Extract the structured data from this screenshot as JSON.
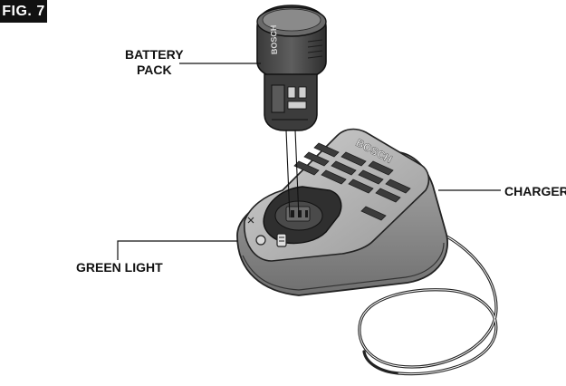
{
  "figure_label": "FIG. 7",
  "callouts": {
    "battery_pack": [
      "BATTERY",
      "PACK"
    ],
    "charger": "CHARGER",
    "green_light": "GREEN LIGHT"
  },
  "brand_marks": [
    "BOSCH",
    "BOSCH"
  ],
  "colors": {
    "ink": "#111111",
    "body_gray": "#8a8a8a",
    "dark_gray": "#4a4a4a",
    "light_gray": "#c8c8c8",
    "background": "#ffffff"
  }
}
